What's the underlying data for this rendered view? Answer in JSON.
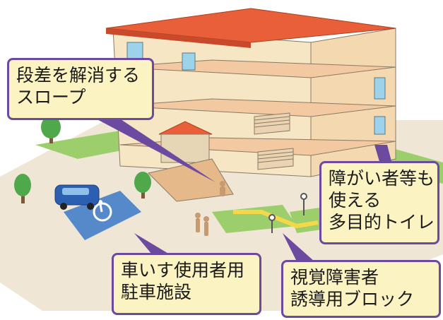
{
  "callouts": {
    "slope": {
      "lines": [
        "段差を解消する",
        "スロープ"
      ]
    },
    "toilet": {
      "lines": [
        "障がい者等も",
        "使える",
        "多目的トイレ"
      ]
    },
    "parking": {
      "lines": [
        "車いす使用者用",
        "駐車施設"
      ]
    },
    "braille": {
      "lines": [
        "視覚障害者",
        "誘導用ブロック"
      ]
    }
  },
  "colors": {
    "roof": "#e85f3a",
    "wall": "#f7e6c4",
    "floor": "#f2c9a0",
    "ground": "#efe6d6",
    "grass": "#9ccf6b",
    "tree": "#4fa84a",
    "callout_fill": "#fbf3c2",
    "callout_border": "#6b4aa0",
    "tactile_block": "#f4d84a",
    "car": "#2d5fb0",
    "parking_mark": "#3b78c8"
  },
  "icons": [
    "wheelchair-icon",
    "car-icon",
    "tree-icon"
  ]
}
